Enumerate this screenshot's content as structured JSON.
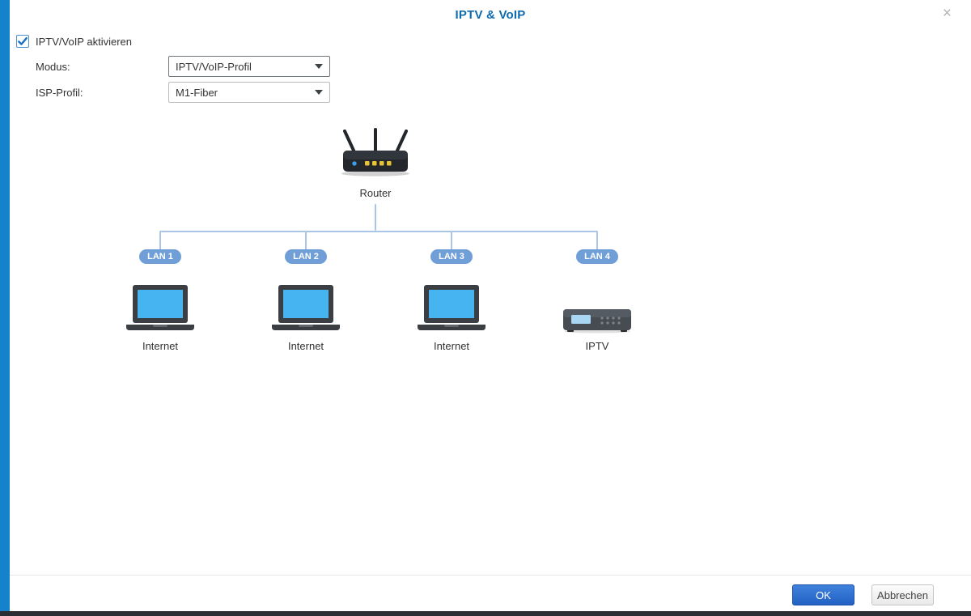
{
  "dialog": {
    "title": "IPTV & VoIP",
    "close_icon": "×"
  },
  "form": {
    "enable_label": "IPTV/VoIP aktivieren",
    "enable_checked": true,
    "modus": {
      "label": "Modus:",
      "value": "IPTV/VoIP-Profil"
    },
    "isp": {
      "label": "ISP-Profil:",
      "value": "M1-Fiber"
    }
  },
  "diagram": {
    "router_label": "Router",
    "ports": [
      {
        "lan_label": "LAN 1",
        "device_label": "Internet",
        "device_type": "laptop"
      },
      {
        "lan_label": "LAN 2",
        "device_label": "Internet",
        "device_type": "laptop"
      },
      {
        "lan_label": "LAN 3",
        "device_label": "Internet",
        "device_type": "laptop"
      },
      {
        "lan_label": "LAN 4",
        "device_label": "IPTV",
        "device_type": "set-top-box"
      }
    ]
  },
  "footer": {
    "ok_label": "OK",
    "cancel_label": "Abbrechen"
  },
  "colors": {
    "title_blue": "#0e6ab0",
    "accent_strip": "#1583cb",
    "lan_badge": "#6f9fd6",
    "connector_line": "#a9c7e4",
    "screen_blue": "#45b4f1",
    "ok_button": "#2261c4"
  }
}
